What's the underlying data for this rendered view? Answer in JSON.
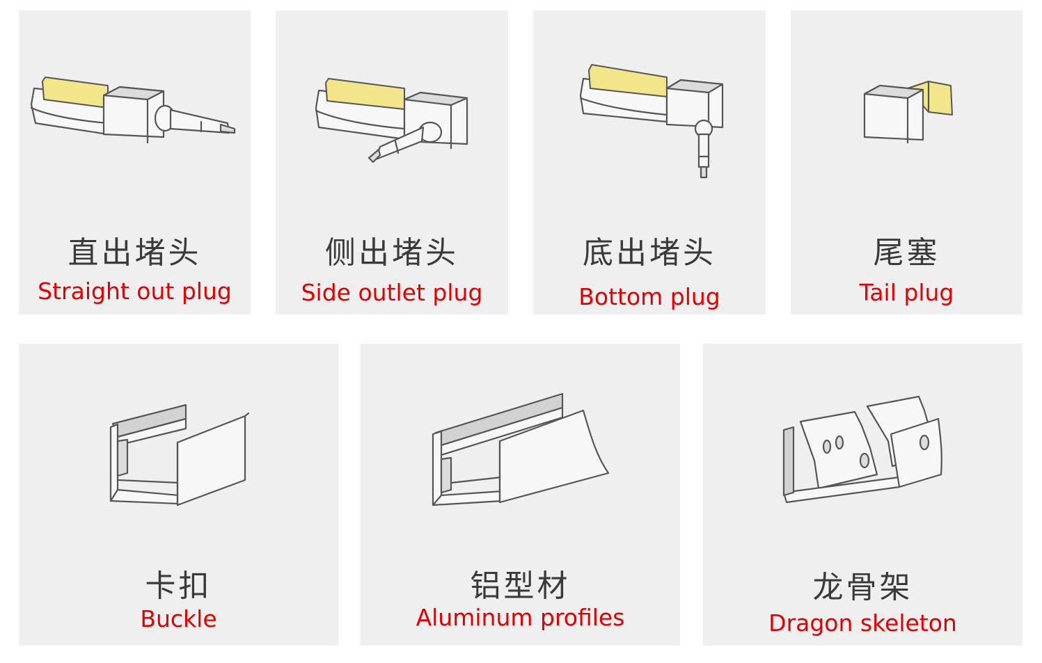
{
  "items": [
    {
      "cn": "直出堵头",
      "en": "Straight out plug",
      "icon": "straight-out-plug-icon"
    },
    {
      "cn": "侧出堵头",
      "en": "Side outlet plug",
      "icon": "side-outlet-plug-icon"
    },
    {
      "cn": "底出堵头",
      "en": "Bottom plug",
      "icon": "bottom-plug-icon"
    },
    {
      "cn": "尾塞",
      "en": "Tail plug",
      "icon": "tail-plug-icon"
    },
    {
      "cn": "卡扣",
      "en": "Buckle",
      "icon": "buckle-icon"
    },
    {
      "cn": "铝型材",
      "en": "Aluminum profiles",
      "icon": "aluminum-profile-icon"
    },
    {
      "cn": "龙骨架",
      "en": "Dragon skeleton",
      "icon": "dragon-skeleton-icon"
    }
  ],
  "colors": {
    "card_bg": "#efefef",
    "english_label": "#e30000",
    "chinese_label": "#3a3a3a",
    "led_strip": "#f3e58a"
  }
}
